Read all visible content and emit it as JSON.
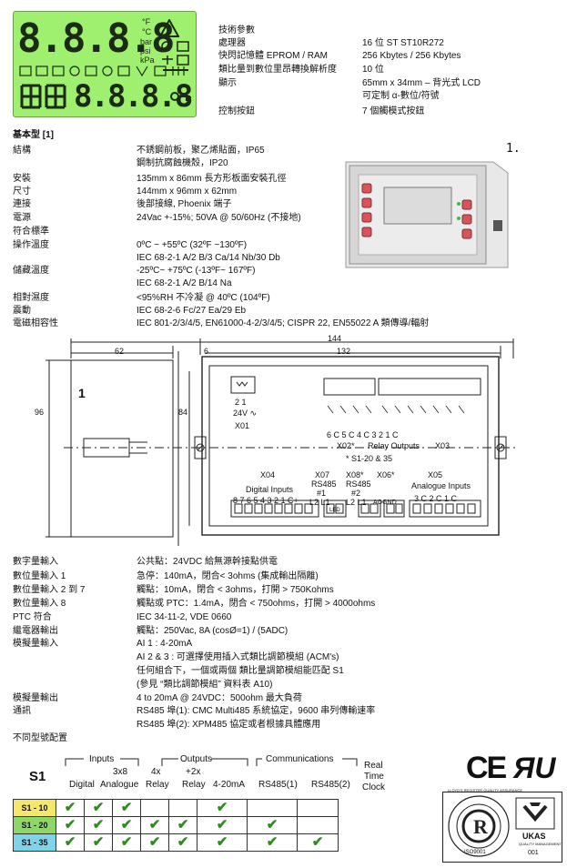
{
  "lcd": {
    "segments_top": "8.8.8.8",
    "segments_bottom": "8.8.8.8",
    "units": [
      "°F",
      "°C",
      "bar",
      "psi",
      "kPa"
    ]
  },
  "tech": {
    "title": "技術參數",
    "rows": [
      {
        "k": "處理器",
        "v": "16 位 ST ST10R272"
      },
      {
        "k": "快閃記憶體 EPROM / RAM",
        "v": "256 Kbytes / 256 Kbytes"
      },
      {
        "k": "類比量到數位里昂轉換解析度",
        "v": "10 位"
      },
      {
        "k": "顯示",
        "v": "65mm x 34mm – 背光式 LCD"
      },
      {
        "k": "",
        "v": "可定制 α-數位/符號"
      },
      {
        "k": "控制按鈕",
        "v": "7 個觸模式按鈕"
      }
    ]
  },
  "basic": {
    "title": "基本型 [1]",
    "rows": [
      {
        "k": "結構",
        "v": "不銹鋼前板，聚乙烯貼面，IP65"
      },
      {
        "k": "",
        "v": "鋼制抗腐蝕機殼，IP20"
      },
      {
        "k": "安裝",
        "v": "135mm x 86mm 長方形板面安裝孔徑"
      },
      {
        "k": "尺寸",
        "v": "144mm x 96mm x 62mm"
      },
      {
        "k": "連接",
        "v": "後部接線, Phoenix 端子"
      },
      {
        "k": "電源",
        "v": "24Vac +-15%; 50VA @ 50/60Hz (不接地)"
      },
      {
        "k": "符合標準",
        "v": ""
      },
      {
        "k": "操作溫度",
        "v": "0ºC ~ +55ºC (32ºF ~130ºF)"
      },
      {
        "k": "",
        "v": "IEC 68-2-1 A/2 B/3 Ca/14 Nb/30 Db"
      },
      {
        "k": "儲藏溫度",
        "v": "-25ºC~ +75ºC (-13ºF~ 167ºF)"
      },
      {
        "k": "",
        "v": "IEC 68-2-1 A/2 B/14 Na"
      },
      {
        "k": "相對濕度",
        "v": "<95%RH 不冷凝 @ 40ºC (104ºF)"
      },
      {
        "k": "震動",
        "v": "IEC 68-2-6 Fc/27 Ea/29 Eb"
      },
      {
        "k": "電磁相容性",
        "v": "IEC 801-2/3/4/5, EN61000-4-2/3/4/5; CISPR 22, EN55022 A 類傳導/輻射"
      }
    ]
  },
  "photo_label": "1.",
  "drawing": {
    "dim_total": "144",
    "dim_body": "132",
    "dim_side": "62",
    "dim_6": "6",
    "dim_height": "96",
    "dim_inner": "84",
    "side_label": "1",
    "x01": {
      "pins": "2  1",
      "voltage": "24V ∿",
      "name": "X01"
    },
    "relay": {
      "pins": "6   C   5   C       4   C   3   2   1   C",
      "x02": "X02*",
      "title": "Relay Outputs",
      "x03": "X03",
      "note": "* S1-20 & 35"
    },
    "x04": {
      "name": "X04",
      "title": "Digital Inputs",
      "pins": "8 7 6 5 4 3 2 1  C+"
    },
    "x07": {
      "name": "X07",
      "title": "RS485",
      "sub": "#1",
      "pins": "L2 L1"
    },
    "x08": {
      "name": "X08*",
      "title": "RS485",
      "sub": "#2",
      "pins": "L2 L1"
    },
    "x06": {
      "name": "X06*",
      "pins": "AOGND"
    },
    "x05": {
      "name": "X05",
      "title": "Analogue Inputs",
      "pins": "3 C 2 C 1 C"
    },
    "led_label": "LED"
  },
  "io": {
    "rows": [
      {
        "k": "數字量輸入",
        "v": "公共點：24VDC 給無源幹接點供電"
      },
      {
        "k": "數位量輸入 1",
        "v": "急停：140mA，閉合< 3ohms (集成輸出隔離)"
      },
      {
        "k": "數位量輸入 2 到 7",
        "v": "觸點：10mA，閉合 < 3ohms，打開 > 750Kohms"
      },
      {
        "k": "數位量輸入 8",
        "v": "觸點或 PTC：1.4mA，閉合 < 750ohms，打開 > 4000ohms"
      },
      {
        "k": "PTC 符合",
        "v": "IEC 34-11-2, VDE 0660"
      },
      {
        "k": "繼電器輸出",
        "v": "觸點：250Vac, 8A (cosØ=1) / (5ADC)"
      },
      {
        "k": "模擬量輸入",
        "v": "AI 1 : 4-20mA"
      },
      {
        "k": "",
        "v": "AI 2 & 3 : 可選擇使用插入式類比調節模組 (ACM's)"
      },
      {
        "k": "",
        "v": "任何組合下，一個或兩個 類比量調節模組能匹配 S1"
      },
      {
        "k": "",
        "v": "(參見 “類比調節模組” 資料表 A10)"
      },
      {
        "k": "模擬量輸出",
        "v": "4 to 20mA @ 24VDC：500ohm 最大負荷"
      },
      {
        "k": "通訊",
        "v": "RS485 埠(1): CMC Multi485 系統協定，9600 串列傳輸速率"
      },
      {
        "k": "",
        "v": "RS485 埠(2): XPM485 協定或者根據具體應用"
      }
    ]
  },
  "config": {
    "title": "不同型號配置",
    "model": "S1",
    "group_inputs": "Inputs",
    "inputs_count": "3x8",
    "group_outputs": "Outputs",
    "outputs_4x": "4x",
    "outputs_2x": "+2x",
    "group_comms": "Communications",
    "real": "Real",
    "time": "Time",
    "clock": "Clock",
    "cols": [
      "Digital",
      "Analogue",
      "Relay",
      "Relay",
      "4-20mA",
      "RS485(1)",
      "RS485(2)",
      "Clock"
    ],
    "check_glyph": "✔",
    "rows": [
      {
        "label": "S1 - 10",
        "color": "#f5e76a",
        "checks": [
          1,
          1,
          1,
          0,
          0,
          1,
          0,
          0
        ]
      },
      {
        "label": "S1 - 20",
        "color": "#8fd66a",
        "checks": [
          1,
          1,
          1,
          1,
          1,
          1,
          1,
          0
        ]
      },
      {
        "label": "S1 - 35",
        "color": "#7fd3e8",
        "checks": [
          1,
          1,
          1,
          1,
          1,
          1,
          1,
          1
        ]
      }
    ]
  },
  "certs": {
    "ce": "CE",
    "ul": "ЯU",
    "lloyds_ring": "LLOYD'S REGISTER QUALITY ASSURANCE",
    "lloyds_std": "ISO9001",
    "ukas_name": "UKAS",
    "ukas_sub": "QUALITY MANAGEMENT",
    "ukas_num": "001"
  }
}
